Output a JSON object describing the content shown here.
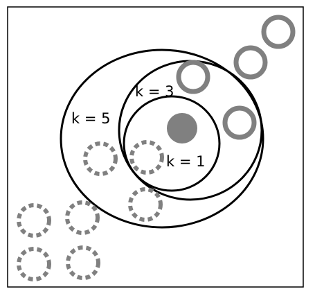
{
  "diagram": {
    "labels": {
      "k1": "k = 1",
      "k3": "k = 3",
      "k5": "k = 5"
    },
    "colors": {
      "frame": "#000000",
      "neighborhood_stroke": "#000000",
      "query_point": "#808080",
      "class_solid_stroke": "#808080",
      "class_dashed_stroke": "#808080",
      "background": "#ffffff"
    },
    "legend_semantics": {
      "query_point": "filled gray circle (query sample)",
      "class_solid": "solid gray rings",
      "class_dashed": "dashed gray rings"
    }
  }
}
